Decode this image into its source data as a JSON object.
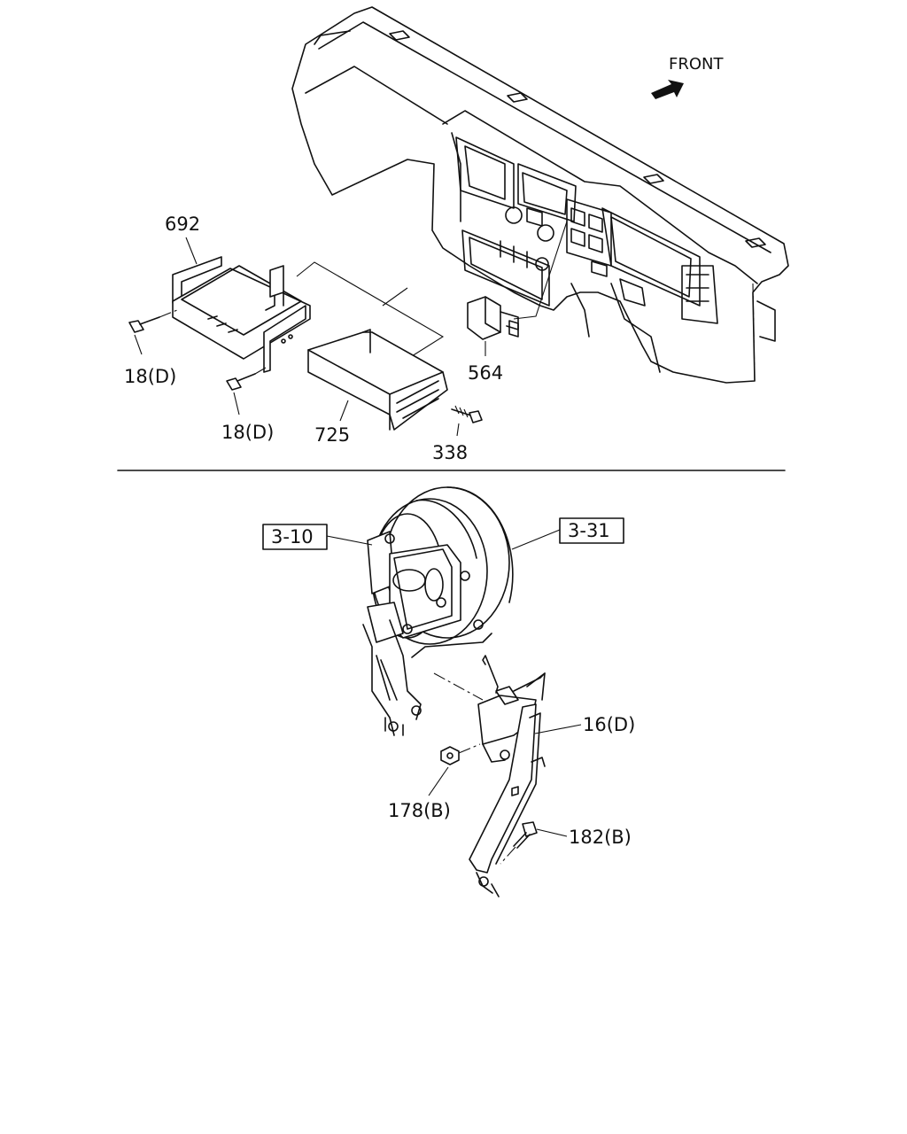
{
  "direction": {
    "label": "FRONT"
  },
  "callouts": {
    "p692": "692",
    "p18a": "18(D)",
    "p18b": "18(D)",
    "p725": "725",
    "p338": "338",
    "p564": "564",
    "ref310": "3-10",
    "ref331": "3-31",
    "p16": "16(D)",
    "p178": "178(B)",
    "p182": "182(B)"
  }
}
